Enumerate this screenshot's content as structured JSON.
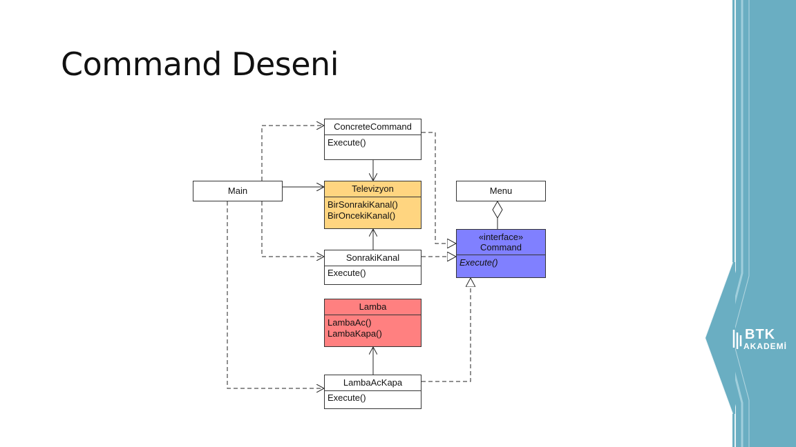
{
  "slide": {
    "title": "Command Deseni"
  },
  "diagram": {
    "classes": {
      "main": {
        "name": "Main"
      },
      "concrete_command": {
        "name": "ConcreteCommand",
        "ops": [
          "Execute()"
        ]
      },
      "televizyon": {
        "name": "Televizyon",
        "ops": [
          "BirSonrakiKanal()",
          "BirOncekiKanal()"
        ],
        "color": "#ffd580"
      },
      "menu": {
        "name": "Menu"
      },
      "command": {
        "stereotype": "«interface»",
        "name": "Command",
        "ops": [
          "Execute()"
        ],
        "color": "#8080ff"
      },
      "sonraki_kanal": {
        "name": "SonrakiKanal",
        "ops": [
          "Execute()"
        ]
      },
      "lamba": {
        "name": "Lamba",
        "ops": [
          "LambaAc()",
          "LambaKapa()"
        ],
        "color": "#ff8080"
      },
      "lamba_ac_kapa": {
        "name": "LambaAcKapa",
        "ops": [
          "Execute()"
        ]
      }
    }
  },
  "branding": {
    "logo_line1": "BTK",
    "logo_line2": "AKADEMİ",
    "sidebar_color": "#6aaec2"
  }
}
